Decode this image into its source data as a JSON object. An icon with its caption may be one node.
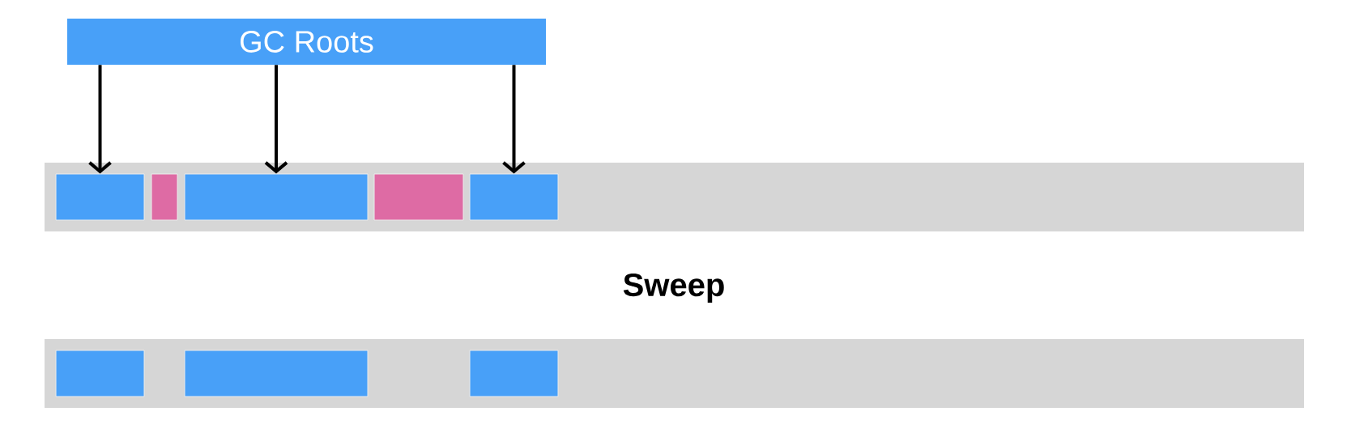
{
  "diagram": {
    "nodes": [
      {
        "text": [
          "GC Roots"
        ]
      },
      {
        "text": [],
        "shape": "bar"
      },
      {
        "text": [],
        "shape": "box",
        "in": 1
      },
      {
        "text": [],
        "shape": "box",
        "in": 1
      },
      {
        "text": [],
        "shape": "box",
        "in": 1
      },
      {
        "text": [],
        "shape": "box",
        "in": 1
      },
      {
        "text": [],
        "shape": "box",
        "in": 1
      },
      {
        "text": [],
        "shape": "bar"
      },
      {
        "text": [],
        "shape": "box",
        "in": 7
      },
      {
        "text": [],
        "shape": "box",
        "in": 7
      },
      {
        "text": [],
        "shape": "box",
        "in": 7
      }
    ],
    "edges": [
      {
        "from": 0,
        "to": 2,
        "arrow": "to"
      },
      {
        "from": 0,
        "to": 4,
        "arrow": "to"
      },
      {
        "from": 0,
        "to": 6,
        "arrow": "to"
      }
    ],
    "labels": [
      "**Sweep**"
    ]
  }
}
